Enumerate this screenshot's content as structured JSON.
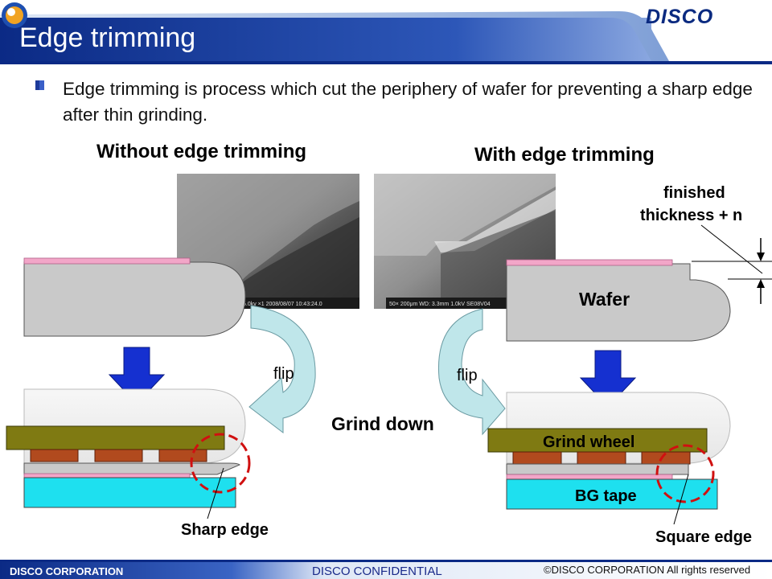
{
  "header": {
    "title": "Edge trimming",
    "logo": "DISCO"
  },
  "bullet": {
    "text": "Edge trimming is process which cut the periphery of wafer for preventing a sharp edge after thin grinding."
  },
  "diagram": {
    "left_heading": "Without edge trimming",
    "right_heading": "With edge trimming",
    "sem_left_caption": "5.0kv     ×1   2008/08/07  10:43:24.0",
    "sem_right_caption": "50×   200μm   WD: 3.3mm  1.0kV  SE08V04",
    "flip_left": "flip",
    "flip_right": "flip",
    "grind_down": "Grind down",
    "wafer": "Wafer",
    "grind_wheel": "Grind wheel",
    "bg_tape": "BG tape",
    "sharp_edge": "Sharp edge",
    "square_edge": "Square edge",
    "finished_line1": "finished",
    "finished_line2": "thickness + n"
  },
  "footer": {
    "company": "DISCO CORPORATION",
    "confidential": "DISCO CONFIDENTIAL",
    "copyright": "©DISCO CORPORATION   All rights reserved"
  },
  "colors": {
    "header_blue": "#0d2f8c",
    "wafer_grey": "#c9c9c9",
    "pink_film": "#f2a6c8",
    "grind_wheel": "#7f7a12",
    "chips": "#b14a1e",
    "bg_tape": "#1ee0ef",
    "arrow_blue": "#1530d0",
    "flip_arrow": "#bfe6ea",
    "dashed_circle": "#d01010"
  }
}
